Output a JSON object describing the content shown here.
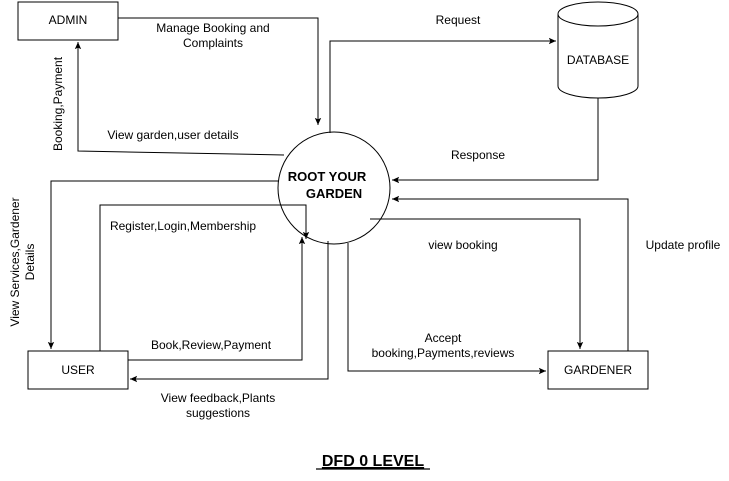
{
  "nodes": {
    "admin": "ADMIN",
    "database": "DATABASE",
    "center_line1": "ROOT YOUR",
    "center_line2": "GARDEN",
    "user": "USER",
    "gardener": "GARDENER"
  },
  "edges": {
    "manage_line1": "Manage Booking and",
    "manage_line2": "Complaints",
    "request": "Request",
    "booking_payment": "Booking,Payment",
    "view_garden": "View garden,user details",
    "response": "Response",
    "view_services_line1": "View Services,Gardener",
    "view_services_line2": "Details",
    "register": "Register,Login,Membership",
    "view_booking": "view booking",
    "update_profile": "Update profile",
    "book_review": "Book,Review,Payment",
    "accept_line1": "Accept",
    "accept_line2": "booking,Payments,reviews",
    "feedback_line1": "View feedback,Plants",
    "feedback_line2": "suggestions"
  },
  "title": "DFD 0 LEVEL"
}
